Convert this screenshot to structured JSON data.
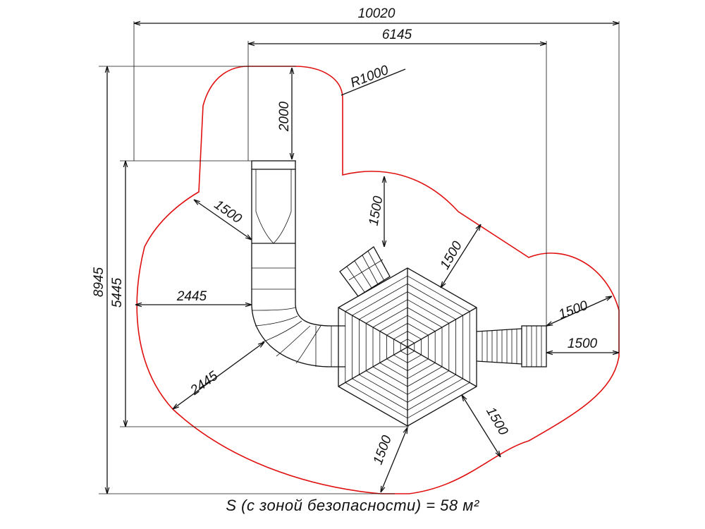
{
  "dimensions": {
    "overall_width": "10020",
    "module_width": "6145",
    "radius": "R1000",
    "slide_top_zone": "2000",
    "overall_depth": "8945",
    "module_depth": "5445",
    "left_zone": "2445",
    "slide_bend_zone": "2445",
    "slide_side_zone": "1500",
    "roof_top_zone": "1500",
    "roof_right_zone": "1500",
    "tube_top_zone": "1500",
    "tube_end_zone": "1500",
    "lower_right_zone": "1500",
    "lower_zone": "1500"
  },
  "caption": "S (с зоной безопасности) = 58 м²",
  "colors": {
    "safety_zone": "#e01010",
    "lines": "#111111"
  }
}
